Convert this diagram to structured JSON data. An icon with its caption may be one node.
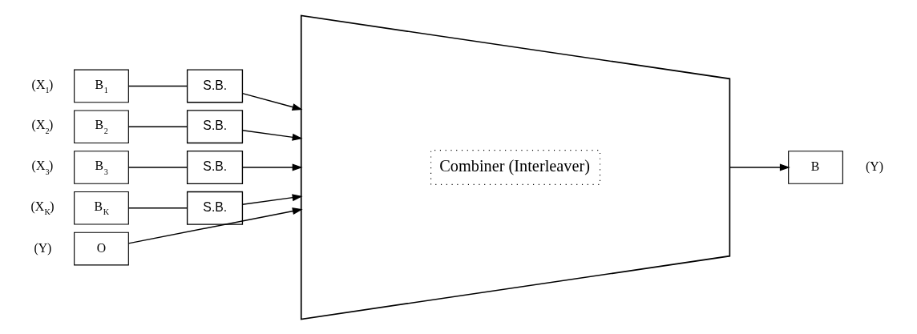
{
  "diagram": {
    "nodes": [
      {
        "text": [
          "B$_{1}$"
        ],
        "beside": [
          "(X$_{1}$)"
        ]
      },
      {
        "text": [
          "S.B."
        ]
      },
      {
        "text": [
          "B$_{2}$"
        ],
        "beside": [
          "(X$_{2}$)"
        ]
      },
      {
        "text": [
          "S.B."
        ]
      },
      {
        "text": [
          "B$_{3}$"
        ],
        "beside": [
          "(X$_{3}$)"
        ]
      },
      {
        "text": [
          "S.B."
        ]
      },
      {
        "text": [
          "B$_{K}$"
        ],
        "beside": [
          "(X$_{K}$)"
        ]
      },
      {
        "text": [
          "S.B."
        ]
      },
      {
        "text": [
          "O"
        ],
        "beside": [
          "(Y)"
        ]
      },
      {
        "text": [
          "Combiner (Interleaver)"
        ]
      },
      {
        "text": [
          "B"
        ],
        "beside": [
          "(Y)"
        ]
      }
    ],
    "edges": [
      {
        "from": 0,
        "to": 1,
        "arrow": "none"
      },
      {
        "from": 1,
        "to": 9,
        "arrow": "to"
      },
      {
        "from": 2,
        "to": 3,
        "arrow": "none"
      },
      {
        "from": 3,
        "to": 9,
        "arrow": "to"
      },
      {
        "from": 4,
        "to": 5,
        "arrow": "none"
      },
      {
        "from": 5,
        "to": 9,
        "arrow": "to"
      },
      {
        "from": 6,
        "to": 7,
        "arrow": "none"
      },
      {
        "from": 7,
        "to": 9,
        "arrow": "to"
      },
      {
        "from": 8,
        "to": 9,
        "arrow": "to"
      },
      {
        "from": 9,
        "to": 10,
        "arrow": "to"
      }
    ]
  }
}
